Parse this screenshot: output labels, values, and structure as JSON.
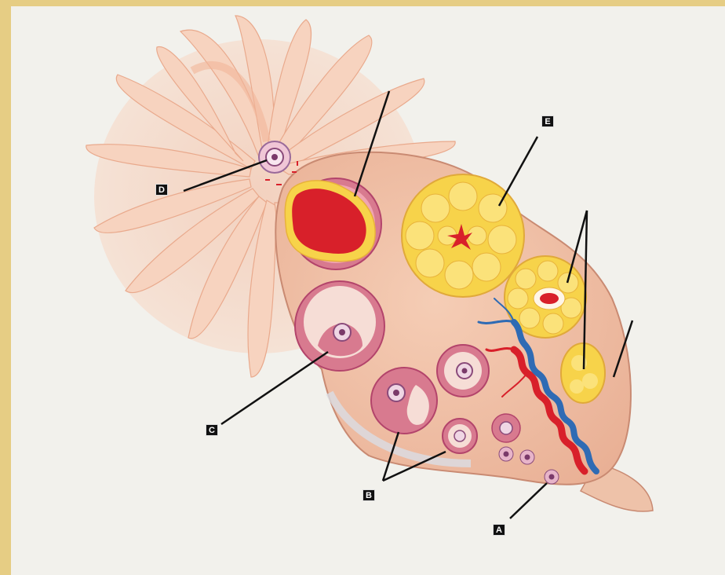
{
  "labels": {
    "a": "A",
    "b": "B",
    "c": "C",
    "d": "D",
    "e": "E"
  },
  "colors": {
    "frame": "#e6cd84",
    "background": "#f2f1ec",
    "stroma": "#f0c2a8",
    "fimbriae": "#f6cdb6",
    "corpus_luteum": "#f7d34a",
    "blood": "#d8202a",
    "vein": "#2f6bb4",
    "follicle_cells": "#c2487a",
    "leader_line": "#111111"
  }
}
